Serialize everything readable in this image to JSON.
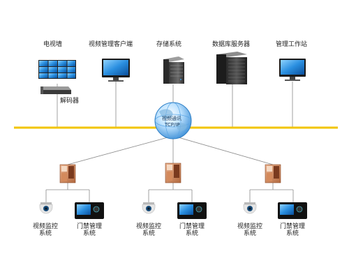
{
  "top_devices": [
    {
      "name": "video-wall",
      "label": "电视墙",
      "icon": "video-wall-icon"
    },
    {
      "name": "video-client",
      "label": "视频管理客户端",
      "icon": "monitor-icon"
    },
    {
      "name": "storage-system",
      "label": "存储系统",
      "icon": "server-icon"
    },
    {
      "name": "database-server",
      "label": "数据库服务器",
      "icon": "rack-server-icon"
    },
    {
      "name": "management-workstation",
      "label": "管理工作站",
      "icon": "monitor-icon"
    }
  ],
  "decoder": {
    "label": "解码器",
    "icon": "decoder-icon"
  },
  "network": {
    "line1": "视频通讯",
    "line2": "TCP/IP",
    "icon": "globe-icon",
    "bus_color": "#f2c400"
  },
  "sites": [
    {
      "controller_icon": "panel-controller-icon",
      "camera": {
        "label": "视频监控系统",
        "icon": "dome-camera-icon"
      },
      "access": {
        "label": "门禁管理系统",
        "icon": "access-terminal-icon"
      }
    },
    {
      "controller_icon": "panel-controller-icon",
      "camera": {
        "label": "视频监控系统",
        "icon": "dome-camera-icon"
      },
      "access": {
        "label": "门禁管理系统",
        "icon": "access-terminal-icon"
      }
    },
    {
      "controller_icon": "panel-controller-icon",
      "camera": {
        "label": "视频监控系统",
        "icon": "dome-camera-icon"
      },
      "access": {
        "label": "门禁管理系统",
        "icon": "access-terminal-icon"
      }
    }
  ]
}
